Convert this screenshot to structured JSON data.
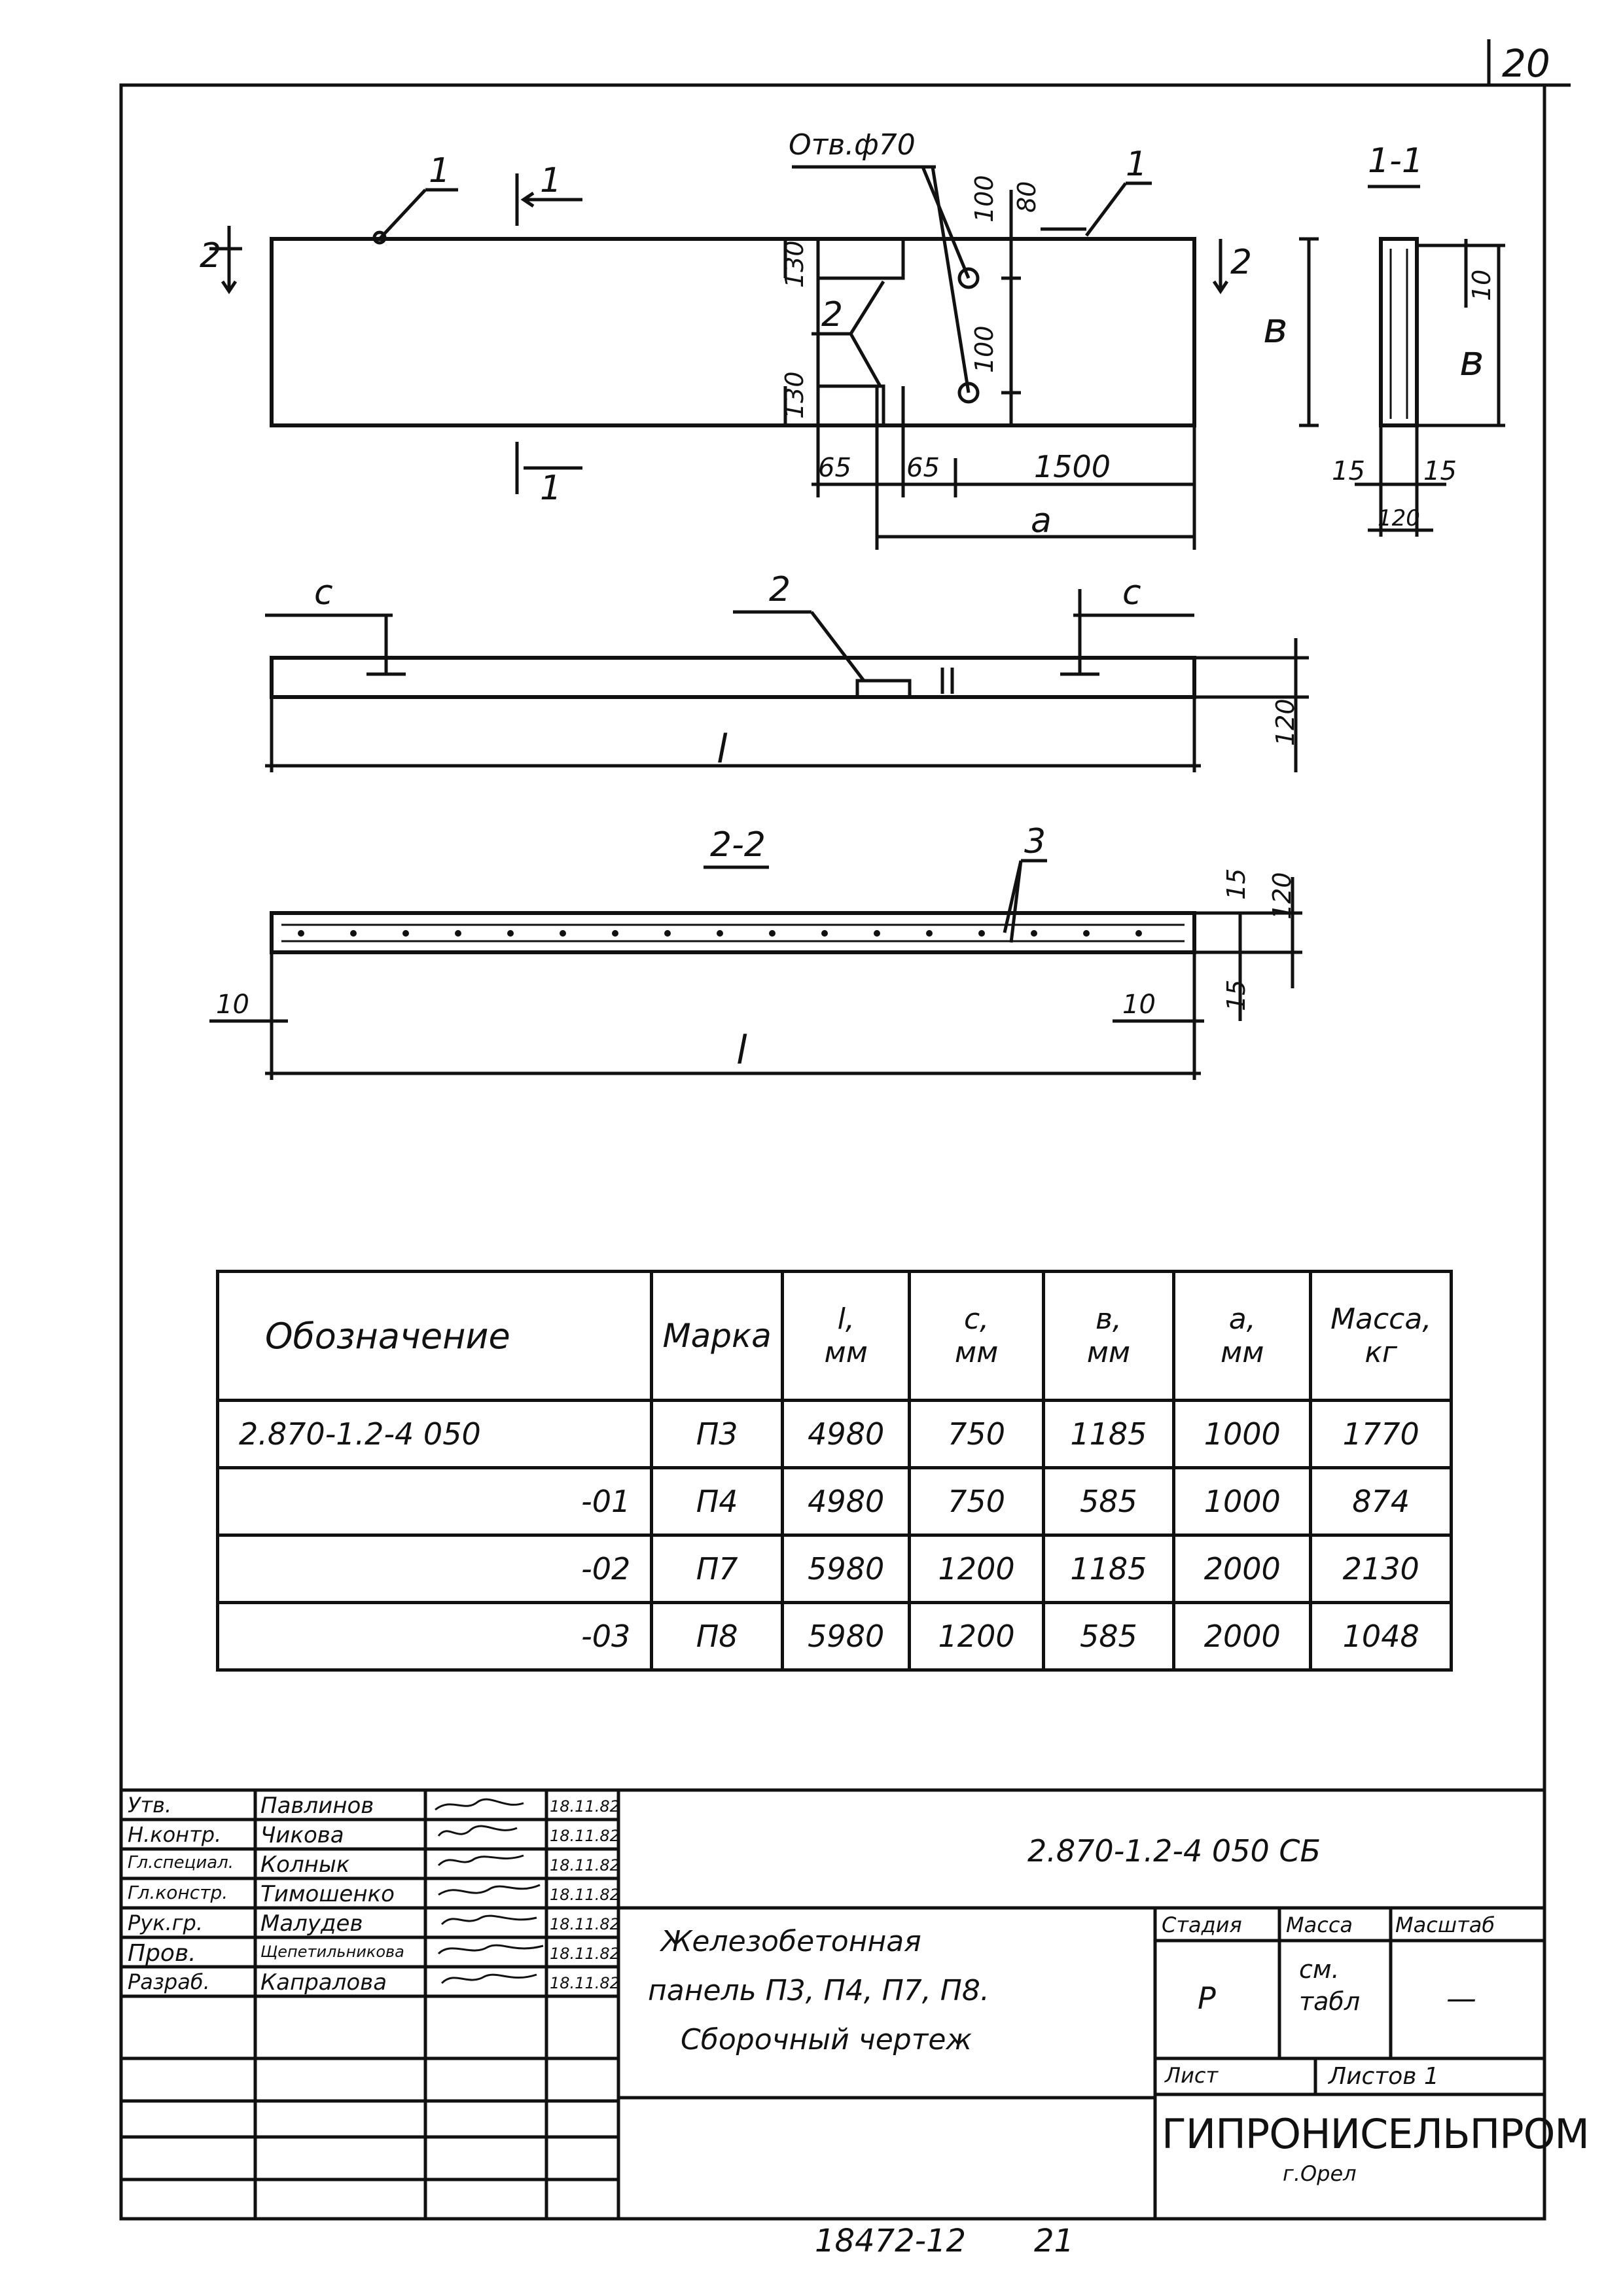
{
  "sheet_number": "20",
  "plan_view": {
    "section_1_1_marker": "1",
    "section_2_2_marker": "2",
    "callout_1_left": "1",
    "callout_1_right": "1",
    "callout_2": "2",
    "hole_label": "Отв.ф70",
    "dim_80": "80",
    "dim_100_top": "100",
    "dim_100_bottom": "100",
    "dim_130_top": "130",
    "dim_130_bottom": "130",
    "dim_65_left": "65",
    "dim_65_right": "65",
    "dim_1500": "1500",
    "dim_a": "a",
    "dim_b": "в"
  },
  "section_1_1": {
    "title": "1-1",
    "dim_10": "10",
    "dim_b": "в",
    "dim_15_left": "15",
    "dim_15_right": "15",
    "dim_120": "120"
  },
  "side_view": {
    "dim_c_left": "c",
    "dim_c_right": "c",
    "callout_2": "2",
    "dim_l": "l",
    "dim_120": "120"
  },
  "section_2_2": {
    "title": "2-2",
    "callout_3": "3",
    "dim_15_top": "15",
    "dim_120": "120",
    "dim_15_bottom": "15",
    "dim_10_left": "10",
    "dim_10_right": "10",
    "dim_l": "l"
  },
  "spec_table": {
    "headers": {
      "designation": "Обозначение",
      "mark": "Марка",
      "l": "l,\nмм",
      "c": "c,\nмм",
      "b": "в,\nмм",
      "a": "a,\nмм",
      "mass": "Масса,\nкг"
    },
    "rows": [
      {
        "designation": "2.870-1.2-4 050",
        "mark": "П3",
        "l": "4980",
        "c": "750",
        "b": "1185",
        "a": "1000",
        "mass": "1770"
      },
      {
        "designation": "-01",
        "mark": "П4",
        "l": "4980",
        "c": "750",
        "b": "585",
        "a": "1000",
        "mass": "874"
      },
      {
        "designation": "-02",
        "mark": "П7",
        "l": "5980",
        "c": "1200",
        "b": "1185",
        "a": "2000",
        "mass": "2130"
      },
      {
        "designation": "-03",
        "mark": "П8",
        "l": "5980",
        "c": "1200",
        "b": "585",
        "a": "2000",
        "mass": "1048"
      }
    ]
  },
  "title_block": {
    "signatures": [
      {
        "role": "Утв.",
        "name": "Павлинов",
        "date": "18.11.82"
      },
      {
        "role": "Н.контр.",
        "name": "Чикова",
        "date": "18.11.82"
      },
      {
        "role": "Гл.специал.",
        "name": "Колнык",
        "date": "18.11.82"
      },
      {
        "role": "Гл.констр.",
        "name": "Тимошенко",
        "date": "18.11.82"
      },
      {
        "role": "Рук.гр.",
        "name": "Малудев",
        "date": "18.11.82"
      },
      {
        "role": "Пров.",
        "name": "Щепетильникова",
        "date": "18.11.82"
      },
      {
        "role": "Разраб.",
        "name": "Капралова",
        "date": "18.11.82"
      }
    ],
    "doc_code": "2.870-1.2-4 050 СБ",
    "title_lines": [
      "Железобетонная",
      "панель П3, П4, П7, П8.",
      "Сборочный чертеж"
    ],
    "stage_label": "Стадия",
    "mass_label": "Масса",
    "scale_label": "Масштаб",
    "stage_value": "Р",
    "mass_value": "см.\nтабл",
    "scale_value": "—",
    "sheet_label": "Лист",
    "sheets_label": "Листов 1",
    "org_name": "ГИПРОНИСЕЛЬПРОМ",
    "org_city": "г.Орел"
  },
  "footer": {
    "archive_number": "18472-12",
    "page": "21"
  }
}
